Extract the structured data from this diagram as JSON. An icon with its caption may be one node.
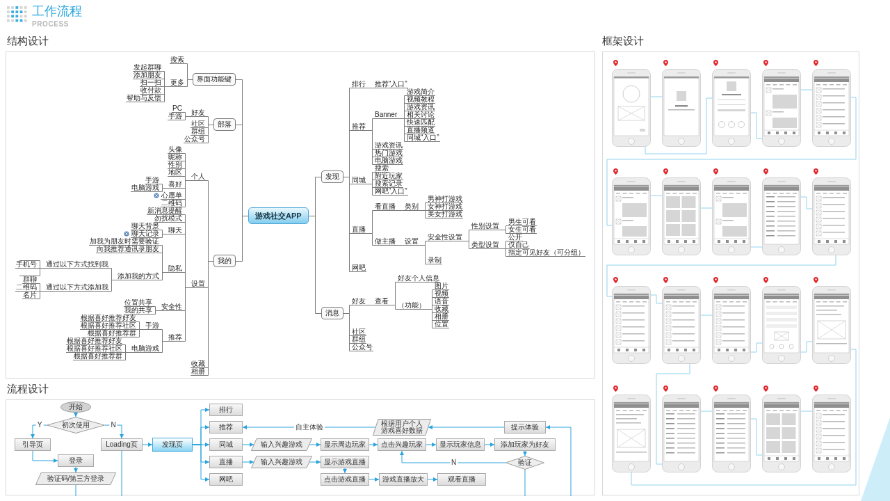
{
  "diagram": {
    "title": "工作流程",
    "nodes": [
      {
        "text": [
          "游戏社交APP"
        ]
      },
      {
        "text": [
          "界面功能键"
        ]
      },
      {
        "text": [
          "搜索"
        ]
      },
      {
        "text": [
          "更多"
        ]
      },
      {
        "text": [
          "发起群聊"
        ]
      },
      {
        "text": [
          "添加朋友"
        ]
      },
      {
        "text": [
          "扫一扫"
        ]
      },
      {
        "text": [
          "收付款"
        ]
      },
      {
        "text": [
          "帮助与反馈"
        ]
      },
      {
        "text": [
          "部落"
        ]
      },
      {
        "text": [
          "好友"
        ]
      },
      {
        "text": [
          "PC"
        ]
      },
      {
        "text": [
          "手游"
        ]
      },
      {
        "text": [
          "社区"
        ]
      },
      {
        "text": [
          "群组"
        ]
      },
      {
        "text": [
          "公众号"
        ]
      },
      {
        "text": [
          "我的"
        ]
      },
      {
        "text": [
          "个人"
        ]
      },
      {
        "text": [
          "头像"
        ]
      },
      {
        "text": [
          "昵称"
        ]
      },
      {
        "text": [
          "性别"
        ]
      },
      {
        "text": [
          "地区"
        ]
      },
      {
        "text": [
          "喜好"
        ]
      },
      {
        "text": [
          "手游"
        ]
      },
      {
        "text": [
          "电脑游戏"
        ]
      },
      {
        "text": [
          "心愿单"
        ]
      },
      {
        "text": [
          "二维码"
        ]
      },
      {
        "text": [
          "设置"
        ]
      },
      {
        "text": [
          "新消息提醒"
        ]
      },
      {
        "text": [
          "勿扰模式"
        ]
      },
      {
        "text": [
          "聊天"
        ]
      },
      {
        "text": [
          "聊天背景"
        ]
      },
      {
        "text": [
          "聊天记录"
        ]
      },
      {
        "text": [
          "隐私"
        ]
      },
      {
        "text": [
          "加我为朋友时需要验证"
        ]
      },
      {
        "text": [
          "向我推荐通讯录朋友"
        ]
      },
      {
        "text": [
          "添加我的方式"
        ]
      },
      {
        "text": [
          "通过以下方式找到我"
        ]
      },
      {
        "text": [],
        "shape": "bar"
      },
      {
        "text": [
          "手机号"
        ]
      },
      {
        "text": [],
        "shape": "bar"
      },
      {
        "text": [
          "通过以下方式添加我"
        ]
      },
      {
        "text": [
          "群聊"
        ]
      },
      {
        "text": [
          "二维码"
        ]
      },
      {
        "text": [
          "名片"
        ]
      },
      {
        "text": [
          "安全性"
        ]
      },
      {
        "text": [
          "位置共享"
        ]
      },
      {
        "text": [
          "我的共享"
        ]
      },
      {
        "text": [
          "推荐"
        ]
      },
      {
        "text": [
          "手游"
        ]
      },
      {
        "text": [
          "根据喜好推荐好友"
        ]
      },
      {
        "text": [
          "根据喜好推荐社区"
        ]
      },
      {
        "text": [
          "根据喜好推荐群"
        ]
      },
      {
        "text": [
          "电脑游戏"
        ]
      },
      {
        "text": [
          "根据喜好推荐好友"
        ]
      },
      {
        "text": [
          "根据喜好推荐社区"
        ]
      },
      {
        "text": [
          "根据喜好推荐群"
        ]
      },
      {
        "text": [
          "收藏"
        ]
      },
      {
        "text": [
          "相册"
        ]
      },
      {
        "text": [
          "发现"
        ]
      },
      {
        "text": [
          "排行"
        ]
      },
      {
        "text": [
          "推荐“入口”"
        ]
      },
      {
        "text": [
          "推荐"
        ]
      },
      {
        "text": [
          "Banner"
        ]
      },
      {
        "text": [
          "游戏简介"
        ]
      },
      {
        "text": [
          "视频教程"
        ]
      },
      {
        "text": [
          "游戏资讯"
        ]
      },
      {
        "text": [
          "相关讨论"
        ]
      },
      {
        "text": [
          "快速匹配"
        ]
      },
      {
        "text": [
          "直播频道"
        ]
      },
      {
        "text": [
          "同城“入口”"
        ]
      },
      {
        "text": [
          "游戏资讯"
        ]
      },
      {
        "text": [
          "热门游戏"
        ]
      },
      {
        "text": [
          "电脑游戏"
        ]
      },
      {
        "text": [
          "同城"
        ]
      },
      {
        "text": [
          "搜索"
        ]
      },
      {
        "text": [
          "附近玩家"
        ]
      },
      {
        "text": [
          "搜索记录"
        ]
      },
      {
        "text": [
          "网吧“入口”"
        ]
      },
      {
        "text": [
          "直播"
        ]
      },
      {
        "text": [
          "看直播"
        ]
      },
      {
        "text": [
          "类别"
        ]
      },
      {
        "text": [
          "男神打游戏"
        ]
      },
      {
        "text": [
          "女神打游戏"
        ]
      },
      {
        "text": [
          "美女打游戏"
        ]
      },
      {
        "text": [
          "做主播"
        ]
      },
      {
        "text": [
          "设置"
        ]
      },
      {
        "text": [
          "安全性设置"
        ]
      },
      {
        "text": [
          "性别设置"
        ]
      },
      {
        "text": [
          "男生可看"
        ]
      },
      {
        "text": [
          "女生可看"
        ]
      },
      {
        "text": [
          "类型设置"
        ]
      },
      {
        "text": [
          "公开"
        ]
      },
      {
        "text": [
          "仅自己"
        ]
      },
      {
        "text": [
          "指定可见好友（可分组）"
        ]
      },
      {
        "text": [
          "录制"
        ]
      },
      {
        "text": [
          "网吧"
        ]
      },
      {
        "text": [
          "消息"
        ]
      },
      {
        "text": [
          "好友"
        ]
      },
      {
        "text": [
          "查看"
        ]
      },
      {
        "text": [
          "好友个人信息"
        ]
      },
      {
        "text": [
          "（功能）"
        ]
      },
      {
        "text": [
          "图片"
        ]
      },
      {
        "text": [
          "视频"
        ]
      },
      {
        "text": [
          "语音"
        ]
      },
      {
        "text": [
          "收藏"
        ]
      },
      {
        "text": [
          "相册"
        ]
      },
      {
        "text": [
          "位置"
        ]
      },
      {
        "text": [
          "社区"
        ]
      },
      {
        "text": [
          "群组"
        ]
      },
      {
        "text": [
          "公众号"
        ]
      },
      {
        "text": [
          "开始"
        ]
      },
      {
        "text": [
          "初次使用"
        ]
      },
      {
        "text": [
          "引导页"
        ]
      },
      {
        "text": [
          "Loading页"
        ]
      },
      {
        "text": [
          "登录"
        ]
      },
      {
        "text": [
          "验证码/第三方登录"
        ]
      },
      {
        "text": [
          "发现页"
        ]
      },
      {
        "text": [
          "排行"
        ]
      },
      {
        "text": [
          "推荐"
        ]
      },
      {
        "text": [
          "同城"
        ]
      },
      {
        "text": [
          "直播"
        ]
      },
      {
        "text": [
          "网吧"
        ]
      },
      {
        "text": [
          "根据用户个人游戏喜好数据"
        ]
      },
      {
        "text": [
          "提示体验"
        ]
      },
      {
        "text": [
          "输入兴趣游戏"
        ]
      },
      {
        "text": [
          "显示周边玩家"
        ]
      },
      {
        "text": [
          "点击兴趣玩家"
        ]
      },
      {
        "text": [
          "显示玩家信息"
        ]
      },
      {
        "text": [
          "添加玩家为好友"
        ]
      },
      {
        "text": [
          "验证"
        ]
      },
      {
        "text": [
          "输入兴趣游戏"
        ]
      },
      {
        "text": [
          "显示游戏直播"
        ]
      },
      {
        "text": [
          "点击游戏直播"
        ]
      },
      {
        "text": [
          "游戏直播放大"
        ]
      },
      {
        "text": [
          "观看直播"
        ]
      },
      {
        "text": [],
        "shape": "picture"
      },
      {
        "text": [],
        "shape": "picture"
      },
      {
        "text": [],
        "shape": "picture"
      },
      {
        "text": [],
        "shape": "picture"
      },
      {
        "text": [],
        "shape": "picture"
      },
      {
        "text": [],
        "shape": "picture"
      },
      {
        "text": [],
        "shape": "picture"
      },
      {
        "text": [],
        "shape": "picture"
      },
      {
        "text": [],
        "shape": "picture"
      },
      {
        "text": [],
        "shape": "picture"
      },
      {
        "text": [],
        "shape": "picture"
      },
      {
        "text": [],
        "shape": "picture"
      },
      {
        "text": [],
        "shape": "picture"
      },
      {
        "text": [],
        "shape": "picture"
      },
      {
        "text": [],
        "shape": "picture"
      },
      {
        "text": [],
        "shape": "picture"
      },
      {
        "text": [],
        "shape": "picture"
      },
      {
        "text": [],
        "shape": "picture"
      },
      {
        "text": [],
        "shape": "picture"
      },
      {
        "text": [],
        "shape": "picture"
      }
    ],
    "edges": [
      {
        "from": 0,
        "to": 1,
        "arrow": "none"
      },
      {
        "from": 1,
        "to": 2,
        "arrow": "none"
      },
      {
        "from": 1,
        "to": 3,
        "arrow": "none"
      },
      {
        "from": 3,
        "to": 4,
        "arrow": "none"
      },
      {
        "from": 3,
        "to": 5,
        "arrow": "none"
      },
      {
        "from": 3,
        "to": 6,
        "arrow": "none"
      },
      {
        "from": 3,
        "to": 7,
        "arrow": "none"
      },
      {
        "from": 3,
        "to": 8,
        "arrow": "none"
      },
      {
        "from": 0,
        "to": 9,
        "arrow": "none"
      },
      {
        "from": 9,
        "to": 10,
        "arrow": "none"
      },
      {
        "from": 10,
        "to": 11,
        "arrow": "none"
      },
      {
        "from": 10,
        "to": 12,
        "arrow": "none"
      },
      {
        "from": 9,
        "to": 13,
        "arrow": "none"
      },
      {
        "from": 9,
        "to": 14,
        "arrow": "none"
      },
      {
        "from": 9,
        "to": 15,
        "arrow": "none"
      },
      {
        "from": 0,
        "to": 16,
        "arrow": "none"
      },
      {
        "from": 16,
        "to": 17,
        "arrow": "none"
      },
      {
        "from": 17,
        "to": 18,
        "arrow": "none"
      },
      {
        "from": 17,
        "to": 19,
        "arrow": "none"
      },
      {
        "from": 17,
        "to": 20,
        "arrow": "none"
      },
      {
        "from": 17,
        "to": 21,
        "arrow": "none"
      },
      {
        "from": 17,
        "to": 22,
        "arrow": "none"
      },
      {
        "from": 22,
        "to": 23,
        "arrow": "none"
      },
      {
        "from": 22,
        "to": 24,
        "arrow": "none"
      },
      {
        "from": 17,
        "to": 25,
        "arrow": "none"
      },
      {
        "from": 17,
        "to": 26,
        "arrow": "none"
      },
      {
        "from": 16,
        "to": 27,
        "arrow": "none"
      },
      {
        "from": 27,
        "to": 28,
        "arrow": "none"
      },
      {
        "from": 27,
        "to": 29,
        "arrow": "none"
      },
      {
        "from": 27,
        "to": 30,
        "arrow": "none"
      },
      {
        "from": 30,
        "to": 31,
        "arrow": "none"
      },
      {
        "from": 30,
        "to": 32,
        "arrow": "none"
      },
      {
        "from": 27,
        "to": 33,
        "arrow": "none"
      },
      {
        "from": 33,
        "to": 34,
        "arrow": "none"
      },
      {
        "from": 33,
        "to": 35,
        "arrow": "none"
      },
      {
        "from": 33,
        "to": 36,
        "arrow": "none"
      },
      {
        "from": 36,
        "to": 37,
        "arrow": "none"
      },
      {
        "from": 37,
        "to": 38,
        "arrow": "none"
      },
      {
        "from": 37,
        "to": 39,
        "arrow": "none"
      },
      {
        "from": 37,
        "to": 40,
        "arrow": "none"
      },
      {
        "from": 36,
        "to": 41,
        "arrow": "none"
      },
      {
        "from": 41,
        "to": 42,
        "arrow": "none"
      },
      {
        "from": 41,
        "to": 43,
        "arrow": "none"
      },
      {
        "from": 41,
        "to": 44,
        "arrow": "none"
      },
      {
        "from": 27,
        "to": 45,
        "arrow": "none"
      },
      {
        "from": 45,
        "to": 46,
        "arrow": "none"
      },
      {
        "from": 45,
        "to": 47,
        "arrow": "none"
      },
      {
        "from": 27,
        "to": 48,
        "arrow": "none"
      },
      {
        "from": 48,
        "to": 49,
        "arrow": "none"
      },
      {
        "from": 49,
        "to": 50,
        "arrow": "none"
      },
      {
        "from": 49,
        "to": 51,
        "arrow": "none"
      },
      {
        "from": 49,
        "to": 52,
        "arrow": "none"
      },
      {
        "from": 48,
        "to": 53,
        "arrow": "none"
      },
      {
        "from": 53,
        "to": 54,
        "arrow": "none"
      },
      {
        "from": 53,
        "to": 55,
        "arrow": "none"
      },
      {
        "from": 53,
        "to": 56,
        "arrow": "none"
      },
      {
        "from": 16,
        "to": 57,
        "arrow": "none"
      },
      {
        "from": 16,
        "to": 58,
        "arrow": "none"
      },
      {
        "from": 0,
        "to": 59,
        "arrow": "none"
      },
      {
        "from": 59,
        "to": 60,
        "arrow": "none"
      },
      {
        "from": 60,
        "to": 61,
        "arrow": "none"
      },
      {
        "from": 59,
        "to": 62,
        "arrow": "none"
      },
      {
        "from": 62,
        "to": 63,
        "arrow": "none"
      },
      {
        "from": 63,
        "to": 64,
        "arrow": "none"
      },
      {
        "from": 63,
        "to": 65,
        "arrow": "none"
      },
      {
        "from": 63,
        "to": 66,
        "arrow": "none"
      },
      {
        "from": 63,
        "to": 67,
        "arrow": "none"
      },
      {
        "from": 63,
        "to": 68,
        "arrow": "none"
      },
      {
        "from": 63,
        "to": 69,
        "arrow": "none"
      },
      {
        "from": 63,
        "to": 70,
        "arrow": "none"
      },
      {
        "from": 62,
        "to": 71,
        "arrow": "none"
      },
      {
        "from": 62,
        "to": 72,
        "arrow": "none"
      },
      {
        "from": 62,
        "to": 73,
        "arrow": "none"
      },
      {
        "from": 59,
        "to": 74,
        "arrow": "none"
      },
      {
        "from": 74,
        "to": 75,
        "arrow": "none"
      },
      {
        "from": 74,
        "to": 76,
        "arrow": "none"
      },
      {
        "from": 74,
        "to": 77,
        "arrow": "none"
      },
      {
        "from": 74,
        "to": 78,
        "arrow": "none"
      },
      {
        "from": 59,
        "to": 79,
        "arrow": "none"
      },
      {
        "from": 79,
        "to": 80,
        "arrow": "none"
      },
      {
        "from": 80,
        "to": 81,
        "arrow": "none"
      },
      {
        "from": 81,
        "to": 82,
        "arrow": "none"
      },
      {
        "from": 81,
        "to": 83,
        "arrow": "none"
      },
      {
        "from": 81,
        "to": 84,
        "arrow": "none"
      },
      {
        "from": 79,
        "to": 85,
        "arrow": "none"
      },
      {
        "from": 85,
        "to": 86,
        "arrow": "none"
      },
      {
        "from": 86,
        "to": 87,
        "arrow": "none"
      },
      {
        "from": 87,
        "to": 88,
        "arrow": "none"
      },
      {
        "from": 88,
        "to": 89,
        "arrow": "none"
      },
      {
        "from": 88,
        "to": 90,
        "arrow": "none"
      },
      {
        "from": 87,
        "to": 91,
        "arrow": "none"
      },
      {
        "from": 91,
        "to": 92,
        "arrow": "none"
      },
      {
        "from": 91,
        "to": 93,
        "arrow": "none"
      },
      {
        "from": 91,
        "to": 94,
        "arrow": "none"
      },
      {
        "from": 86,
        "to": 95,
        "arrow": "none"
      },
      {
        "from": 59,
        "to": 96,
        "arrow": "none"
      },
      {
        "from": 0,
        "to": 97,
        "arrow": "none"
      },
      {
        "from": 97,
        "to": 98,
        "arrow": "none"
      },
      {
        "from": 98,
        "to": 99,
        "arrow": "none"
      },
      {
        "from": 99,
        "to": 100,
        "arrow": "none"
      },
      {
        "from": 99,
        "to": 101,
        "arrow": "none"
      },
      {
        "from": 101,
        "to": 102,
        "arrow": "none"
      },
      {
        "from": 101,
        "to": 103,
        "arrow": "none"
      },
      {
        "from": 101,
        "to": 104,
        "arrow": "none"
      },
      {
        "from": 101,
        "to": 105,
        "arrow": "none"
      },
      {
        "from": 101,
        "to": 106,
        "arrow": "none"
      },
      {
        "from": 101,
        "to": 107,
        "arrow": "none"
      },
      {
        "from": 97,
        "to": 108,
        "arrow": "none"
      },
      {
        "from": 97,
        "to": 109,
        "arrow": "none"
      },
      {
        "from": 97,
        "to": 110,
        "arrow": "none"
      },
      {
        "from": 111,
        "to": 112,
        "arrow": "to",
        "color": "#29a3de"
      },
      {
        "from": 112,
        "to": 113,
        "arrow": "to",
        "label": "Y",
        "color": "#29a3de"
      },
      {
        "from": 112,
        "to": 114,
        "arrow": "to",
        "label": "N",
        "color": "#29a3de"
      },
      {
        "from": 113,
        "to": 115,
        "arrow": "to",
        "color": "#29a3de"
      },
      {
        "from": 115,
        "to": 116,
        "arrow": "to",
        "color": "#29a3de"
      },
      {
        "from": 116,
        "to": null,
        "arrow": "none",
        "color": "#29a3de"
      },
      {
        "from": 114,
        "to": null,
        "arrow": "none",
        "color": "#29a3de"
      },
      {
        "from": 114,
        "to": 117,
        "arrow": "to",
        "color": "#29a3de"
      },
      {
        "from": 117,
        "to": 118,
        "arrow": "to",
        "color": "#29a3de"
      },
      {
        "from": 117,
        "to": 119,
        "arrow": "to",
        "color": "#29a3de"
      },
      {
        "from": 117,
        "to": 120,
        "arrow": "to",
        "color": "#29a3de"
      },
      {
        "from": 117,
        "to": 121,
        "arrow": "to",
        "color": "#29a3de"
      },
      {
        "from": 117,
        "to": 122,
        "arrow": "to",
        "color": "#29a3de"
      },
      {
        "from": 120,
        "to": 125,
        "arrow": "to",
        "color": "#29a3de"
      },
      {
        "from": 125,
        "to": 126,
        "arrow": "to",
        "color": "#29a3de"
      },
      {
        "from": 126,
        "to": 127,
        "arrow": "to",
        "color": "#29a3de"
      },
      {
        "from": 127,
        "to": 128,
        "arrow": "to",
        "color": "#29a3de"
      },
      {
        "from": 128,
        "to": 129,
        "arrow": "to",
        "color": "#29a3de"
      },
      {
        "from": 129,
        "to": 130,
        "arrow": "to",
        "color": "#29a3de"
      },
      {
        "from": 130,
        "to": 127,
        "arrow": "to",
        "label": "N",
        "color": "#29a3de"
      },
      {
        "from": 130,
        "to": null,
        "arrow": "none",
        "color": "#29a3de"
      },
      {
        "from": null,
        "to": 124,
        "arrow": "to",
        "color": "#29a3de"
      },
      {
        "from": 124,
        "to": 123,
        "arrow": "to",
        "color": "#29a3de"
      },
      {
        "from": 123,
        "to": 119,
        "arrow": "to",
        "label": "自主体验",
        "color": "#29a3de"
      },
      {
        "from": 121,
        "to": 131,
        "arrow": "to",
        "color": "#29a3de"
      },
      {
        "from": 131,
        "to": 132,
        "arrow": "to",
        "color": "#29a3de"
      },
      {
        "from": 132,
        "to": 133,
        "arrow": "to",
        "color": "#29a3de"
      },
      {
        "from": 133,
        "to": 134,
        "arrow": "to",
        "color": "#29a3de"
      },
      {
        "from": 134,
        "to": 135,
        "arrow": "to",
        "color": "#29a3de"
      },
      {
        "from": 136,
        "to": 137,
        "arrow": "none",
        "color": "#8fd3ef"
      },
      {
        "from": 136,
        "to": 138,
        "arrow": "none",
        "color": "#8fd3ef"
      },
      {
        "from": 138,
        "to": 139,
        "arrow": "none",
        "color": "#8fd3ef"
      },
      {
        "from": 139,
        "to": 140,
        "arrow": "none",
        "color": "#8fd3ef"
      },
      {
        "from": 140,
        "to": 141,
        "arrow": "none",
        "color": "#8fd3ef"
      },
      {
        "from": 141,
        "to": 142,
        "arrow": "none",
        "color": "#8fd3ef"
      },
      {
        "from": 142,
        "to": 143,
        "arrow": "none",
        "color": "#8fd3ef"
      },
      {
        "from": 143,
        "to": 144,
        "arrow": "none",
        "color": "#8fd3ef"
      },
      {
        "from": 144,
        "to": 145,
        "arrow": "none",
        "color": "#8fd3ef"
      },
      {
        "from": 145,
        "to": 146,
        "arrow": "none",
        "color": "#8fd3ef"
      },
      {
        "from": 146,
        "to": 147,
        "arrow": "none",
        "color": "#8fd3ef"
      },
      {
        "from": 147,
        "to": 148,
        "arrow": "none",
        "color": "#8fd3ef"
      },
      {
        "from": 148,
        "to": 149,
        "arrow": "none",
        "color": "#8fd3ef"
      },
      {
        "from": 149,
        "to": 150,
        "arrow": "none",
        "color": "#8fd3ef"
      },
      {
        "from": 150,
        "to": 151,
        "arrow": "none",
        "color": "#8fd3ef"
      },
      {
        "from": 147,
        "to": 152,
        "arrow": "none",
        "color": "#8fd3ef"
      },
      {
        "from": 152,
        "to": 153,
        "arrow": "none",
        "color": "#8fd3ef"
      },
      {
        "from": 153,
        "to": 154,
        "arrow": "none",
        "color": "#8fd3ef"
      },
      {
        "from": 154,
        "to": 155,
        "arrow": "none",
        "color": "#8fd3ef"
      }
    ],
    "labels": [
      "PROCESS",
      "结构设计",
      "流程设计",
      "框架设计"
    ]
  }
}
